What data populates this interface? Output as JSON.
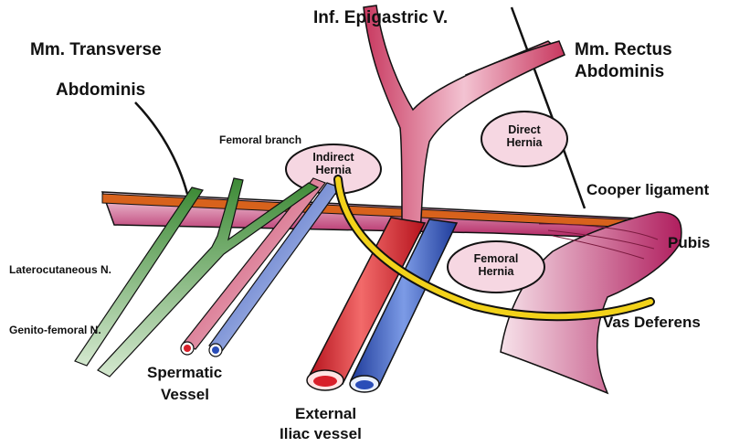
{
  "labels": {
    "inf_epigastric": "Inf. Epigastric V.",
    "transverse_line1": "Mm. Transverse",
    "transverse_line2": "Abdominis",
    "rectus_line1": "Mm. Rectus",
    "rectus_line2": "Abdominis",
    "femoral_branch": "Femoral branch",
    "indirect_hernia_line1": "Indirect",
    "indirect_hernia_line2": "Hernia",
    "direct_hernia_line1": "Direct",
    "direct_hernia_line2": "Hernia",
    "cooper_ligament": "Cooper ligament",
    "pubis": "Pubis",
    "femoral_hernia_line1": "Femoral",
    "femoral_hernia_line2": "Hernia",
    "laterocutaneous": "Laterocutaneous N.",
    "genito_femoral": "Genito-femoral N.",
    "vas_deferens": "Vas Deferens",
    "spermatic_line1": "Spermatic",
    "spermatic_line2": "Vessel",
    "external_iliac_line1": "External",
    "external_iliac_line2": "Iliac vessel"
  },
  "colors": {
    "vessel_pink": "#c8385f",
    "artery_red": "#d81f2a",
    "vein_blue": "#2a4db8",
    "nerve_green": "#4f9a45",
    "vas_yellow": "#f2d21a",
    "ligament_orange": "#d8621c",
    "muscle_magenta": "#b01e5e",
    "hernia_fill": "#f6d7e2"
  }
}
